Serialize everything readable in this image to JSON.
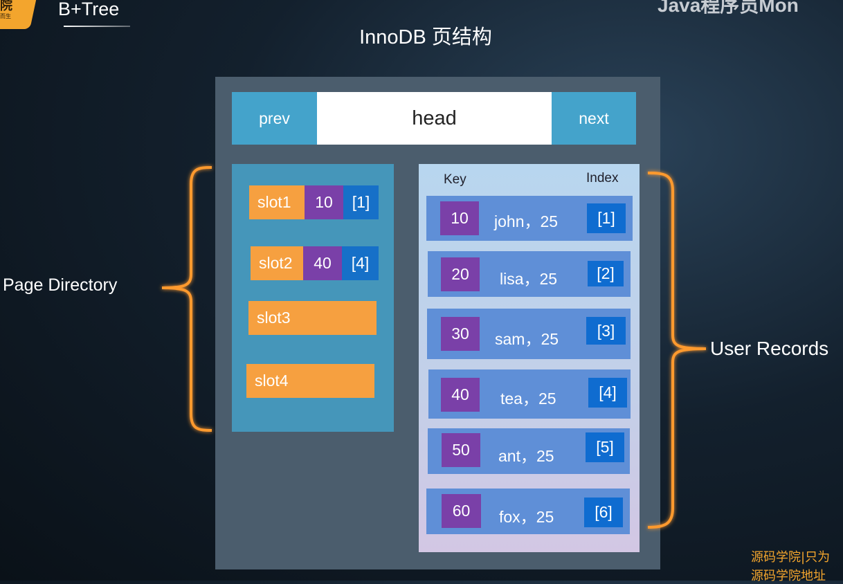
{
  "header": {
    "logo_glyph": "院",
    "logo_sub": "而生",
    "deck_title": "B+Tree",
    "brand_top_right": "Java程序员Mon",
    "page_title": "InnoDB 页结构"
  },
  "page": {
    "prev_label": "prev",
    "head_label": "head",
    "next_label": "next"
  },
  "page_directory": {
    "label": "Page Directory",
    "slots": [
      {
        "name": "slot1",
        "key": "10",
        "index": "[1]"
      },
      {
        "name": "slot2",
        "key": "40",
        "index": "[4]"
      },
      {
        "name": "slot3"
      },
      {
        "name": "slot4"
      }
    ]
  },
  "user_records": {
    "label": "User Records",
    "key_header": "Key",
    "index_header": "Index",
    "rows": [
      {
        "key": "10",
        "value": "john，25",
        "index": "[1]"
      },
      {
        "key": "20",
        "value": "lisa，25",
        "index": "[2]"
      },
      {
        "key": "30",
        "value": "sam，25",
        "index": "[3]"
      },
      {
        "key": "40",
        "value": "tea，25",
        "index": "[4]"
      },
      {
        "key": "50",
        "value": "ant，25",
        "index": "[5]"
      },
      {
        "key": "60",
        "value": "fox，25",
        "index": "[6]"
      }
    ]
  },
  "watermark": {
    "line1": "源码学院|只为",
    "line2": "源码学院地址"
  },
  "colors": {
    "slot_orange": "#f6a040",
    "key_purple": "#7a40a8",
    "index_blue": "#1670c8",
    "header_blue": "#44a3cb",
    "brace_glow": "#ff9a2e"
  }
}
